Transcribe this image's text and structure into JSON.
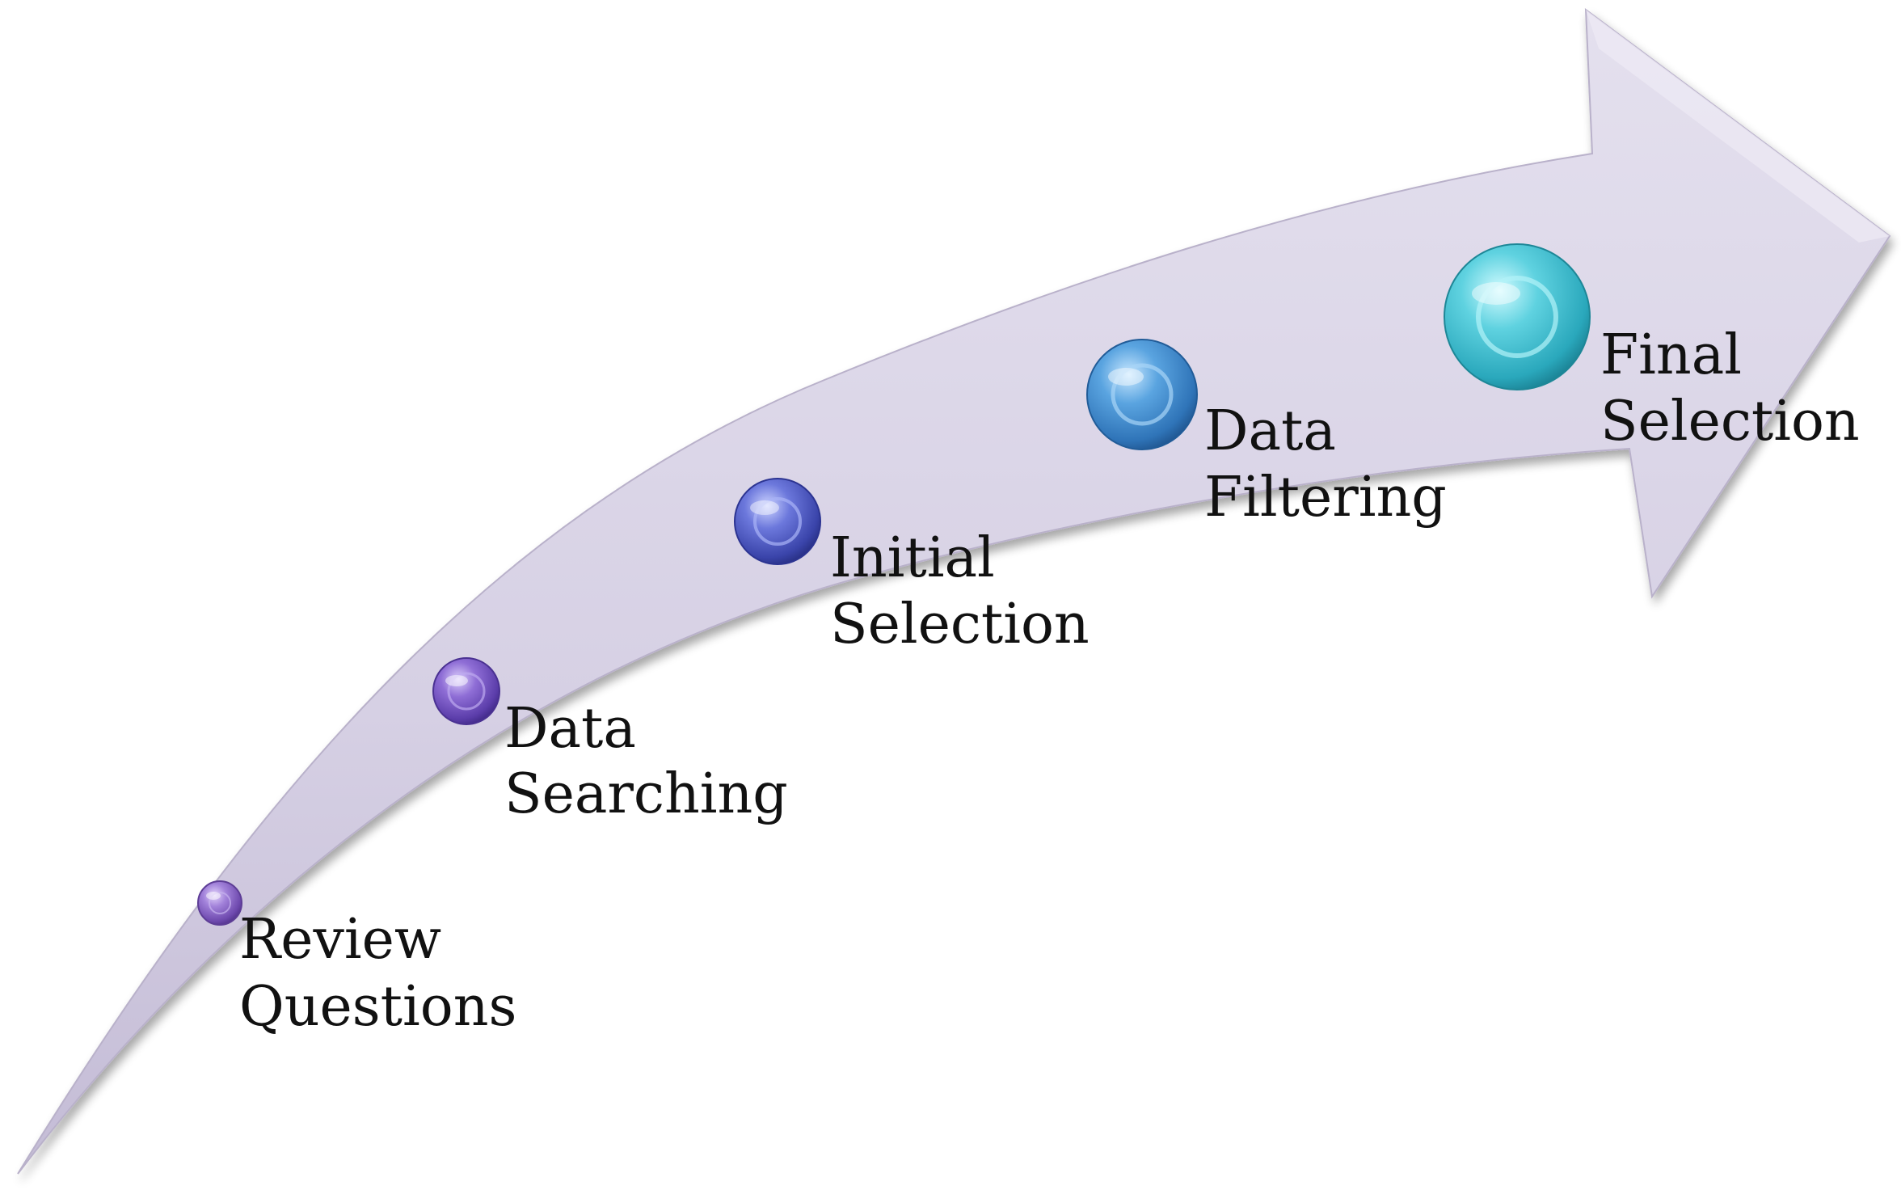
{
  "diagram": {
    "colors": {
      "background": "#ffffff",
      "arrow_fill": "#d9d4e6",
      "arrow_shadow": "#b6aec8",
      "label_text": "#111111"
    },
    "steps": [
      {
        "line1": "Review",
        "line2": "Questions",
        "bead_color": "#7a55b8"
      },
      {
        "line1": "Data",
        "line2": "Searching",
        "bead_color": "#6a48b8"
      },
      {
        "line1": "Initial",
        "line2": "Selection",
        "bead_color": "#4550b4"
      },
      {
        "line1": "Data",
        "line2": "Filtering",
        "bead_color": "#3a86c6"
      },
      {
        "line1": "Final",
        "line2": "Selection",
        "bead_color": "#35b8c8"
      }
    ]
  }
}
